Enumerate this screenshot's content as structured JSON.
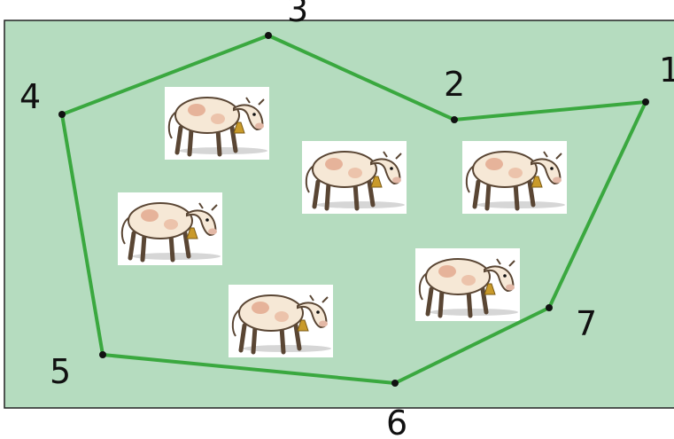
{
  "diagram": {
    "field_color": "#b5dcbf",
    "fence_color": "#3aa83f",
    "vertex_color": "#111111",
    "vertex_labels": [
      "1",
      "2",
      "3",
      "4",
      "5",
      "6",
      "7"
    ],
    "cow_icon": "cow-with-bell-icon",
    "cow_count": 6
  }
}
